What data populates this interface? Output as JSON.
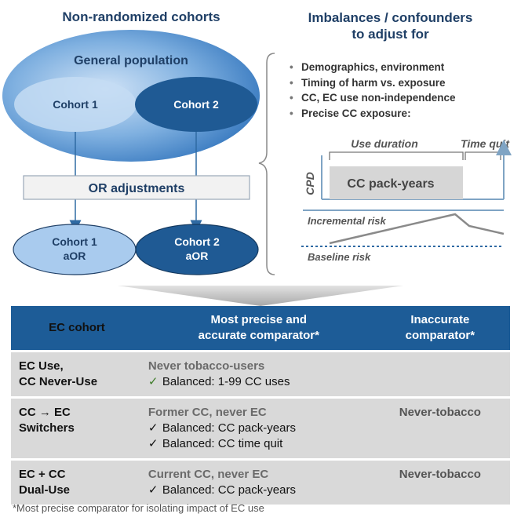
{
  "left_panel": {
    "title": "Non-randomized cohorts",
    "general_population": "General population",
    "cohort1": "Cohort 1",
    "cohort2": "Cohort 2",
    "adjustments": "OR adjustments",
    "aor1_line1": "Cohort 1",
    "aor1_line2": "aOR",
    "aor2_line1": "Cohort 2",
    "aor2_line2": "aOR"
  },
  "right_panel": {
    "title_line1": "Imbalances / confounders",
    "title_line2": "to adjust for",
    "bullets": [
      "Demographics, environment",
      "Timing of harm vs. exposure",
      "CC, EC use non-independence",
      "Precise CC exposure:"
    ],
    "use_duration": "Use duration",
    "time_quit": "Time quit",
    "cpd": "CPD",
    "pack_years": "CC pack-years",
    "incremental_risk": "Incremental risk",
    "baseline_risk": "Baseline risk"
  },
  "table": {
    "headers": [
      "EC cohort",
      "Most precise and accurate comparator*",
      "Inaccurate comparator*"
    ],
    "header2_line1": "Most precise and",
    "header2_line2": "accurate comparator*",
    "header3_line1": "Inaccurate",
    "header3_line2": "comparator*",
    "rows": [
      {
        "cohort_line1": "EC Use,",
        "cohort_line2": "CC Never-Use",
        "comparator": "Never tobacco-users",
        "balanced": [
          "Balanced: 1-99 CC uses"
        ],
        "inaccurate": ""
      },
      {
        "cohort_line1": "CC → EC",
        "cohort_line2": "Switchers",
        "comparator": "Former CC, never EC",
        "balanced": [
          "Balanced: CC pack-years",
          "Balanced: CC time quit"
        ],
        "inaccurate": "Never-tobacco"
      },
      {
        "cohort_line1": "EC + CC",
        "cohort_line2": "Dual-Use",
        "comparator": "Current CC, never EC",
        "balanced": [
          "Balanced: CC pack-years"
        ],
        "inaccurate": "Never-tobacco"
      }
    ]
  },
  "footnote": "*Most precise comparator for isolating impact of EC use",
  "colors": {
    "header_blue": "#1d5c97",
    "dark_blue": "#1f5a94",
    "light_blue": "#a9cbee",
    "check_green": "#3e7d2a",
    "table_gray": "#d9d9d9"
  }
}
